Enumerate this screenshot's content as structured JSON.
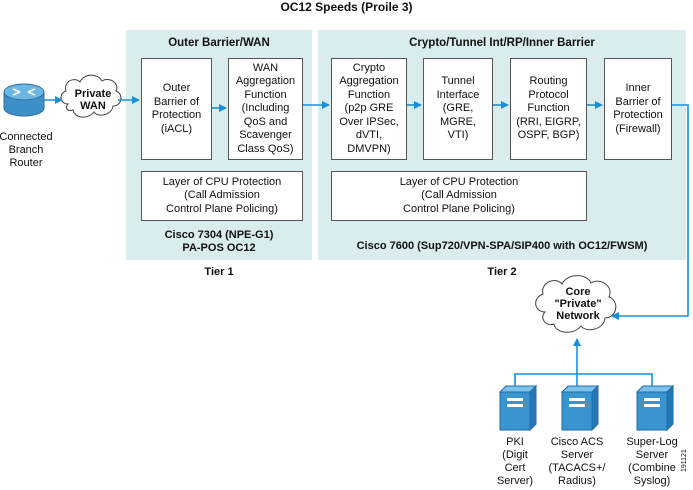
{
  "title": "OC12 Speeds (Proile 3)",
  "left_node": {
    "router_label": "Connected\nBranch\nRouter",
    "cloud_label": "Private\nWAN"
  },
  "tier1": {
    "header": "Outer Barrier/WAN",
    "boxes": [
      "Outer\nBarrier of\nProtection\n(iACL)",
      "WAN\nAggregation\nFunction\n(Including\nQoS and\nScavenger\nClass QoS)"
    ],
    "cpu_box": "Layer of CPU Protection\n(Call Admission\nControl Plane Policing)",
    "platform": "Cisco 7304 (NPE-G1)\nPA-POS OC12",
    "tier_label": "Tier 1"
  },
  "tier2": {
    "header": "Crypto/Tunnel Int/RP/Inner Barrier",
    "boxes": [
      "Crypto\nAggregation\nFunction\n(p2p GRE\nOver IPSec,\ndVTI,\nDMVPN)",
      "Tunnel\nInterface\n(GRE,\nMGRE,\nVTI)",
      "Routing\nProtocol\nFunction\n(RRI, EIGRP,\nOSPF, BGP)",
      "Inner\nBarrier of\nProtection\n(Firewall)"
    ],
    "cpu_box": "Layer of CPU Protection\n(Call Admission\nControl Plane Policing)",
    "platform": "Cisco 7600 (Sup720/VPN-SPA/SIP400 with OC12/FWSM)",
    "tier_label": "Tier 2"
  },
  "core": {
    "cloud_label": "Core\n\"Private\"\nNetwork"
  },
  "servers": [
    {
      "label": "PKI\n(Digit\nCert\nServer)",
      "icon": "server-icon"
    },
    {
      "label": "Cisco ACS\nServer\n(TACACS+/\nRadius)",
      "icon": "server-icon"
    },
    {
      "label": "Super-Log\nServer\n(Combine\nSyslog)",
      "icon": "server-icon"
    }
  ],
  "figure_id": "191121",
  "colors": {
    "panel": "#d9ecee",
    "arrow": "#1a8fd8",
    "router": "#4a9fd4",
    "server": "#3a94d0"
  }
}
